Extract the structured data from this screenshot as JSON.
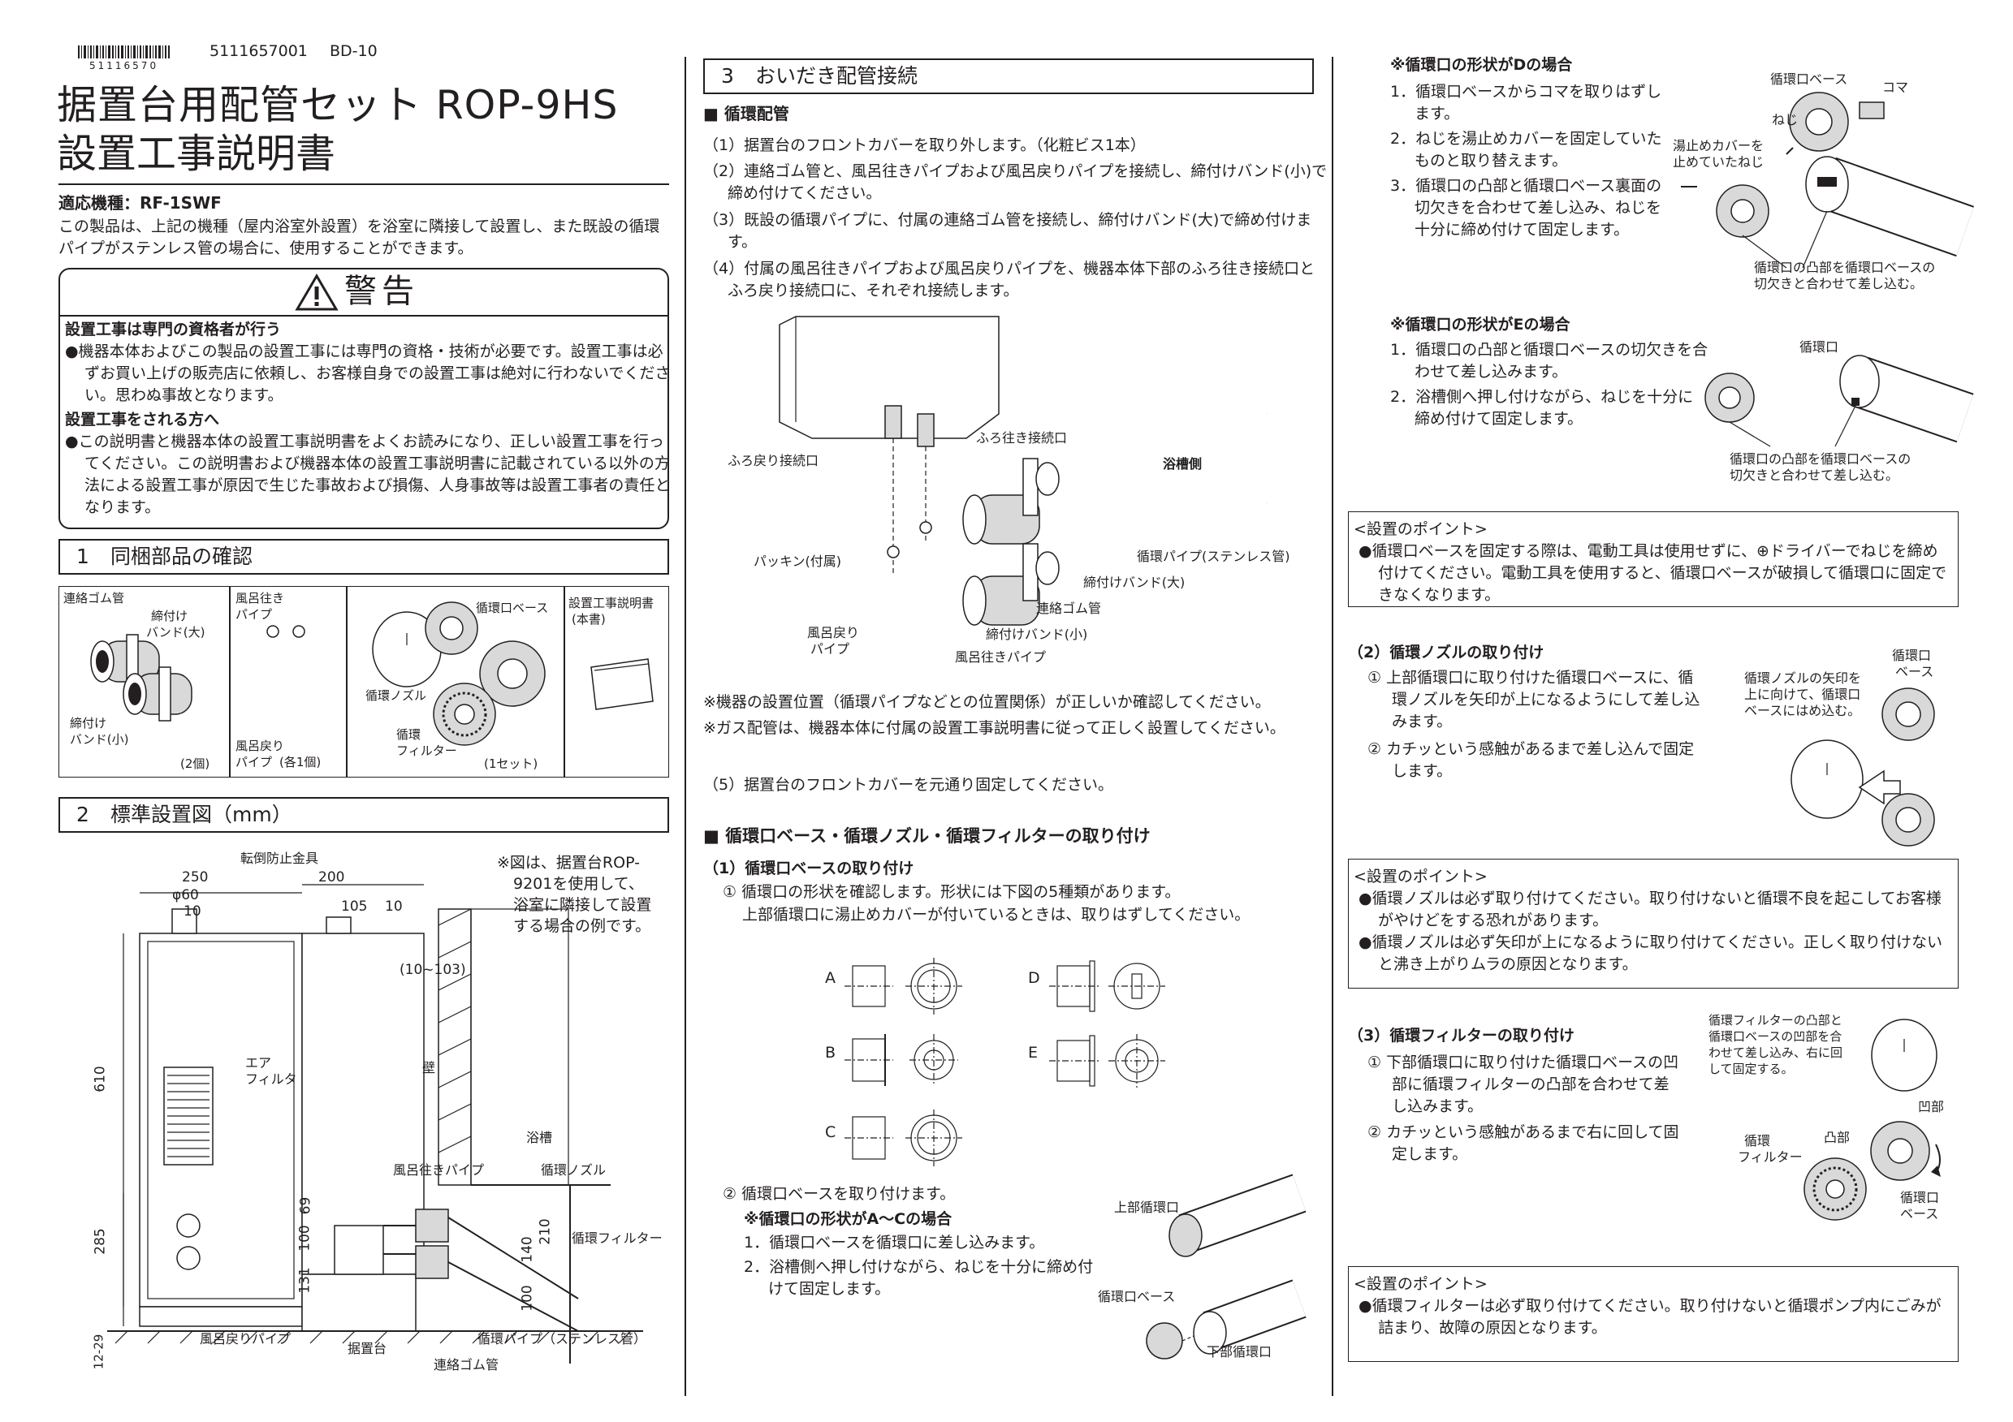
{
  "header": {
    "barcode_number": "51116570",
    "doc_code": "5111657001",
    "doc_version": "BD-10"
  },
  "title": {
    "line1": "据置台用配管セット ROP-9HS",
    "line2": "設置工事説明書"
  },
  "intro": {
    "model_label": "適応機種：RF-1SWF",
    "description": "この製品は、上記の機種（屋内浴室外設置）を浴室に隣接して設置し、また既設の循環パイプがステンレス管の場合に、使用することができます。"
  },
  "warning": {
    "title": "警告",
    "h1": "設置工事は専門の資格者が行う",
    "p1": "●機器本体およびこの製品の設置工事には専門の資格・技術が必要です。設置工事は必ずお買い上げの販売店に依頼し、お客様自身での設置工事は絶対に行わないでください。思わぬ事故となります。",
    "h2": "設置工事をされる方へ",
    "p2": "●この説明書と機器本体の設置工事説明書をよくお読みになり、正しい設置工事を行ってください。この説明書および機器本体の設置工事説明書に記載されている以外の方法による設置工事が原因で生じた事故および損傷、人身事故等は設置工事者の責任となります。"
  },
  "section1": {
    "number": "1",
    "title": "同梱部品の確認",
    "cells": [
      {
        "name": "連絡ゴム管",
        "labels": [
          "締付け",
          "バンド(大)",
          "締付け",
          "バンド(小)"
        ],
        "qty": "(2個)"
      },
      {
        "name": "風呂往き",
        "name2": "パイプ",
        "label": "風呂戻り",
        "label2": "パイプ",
        "qty": "(各1個)"
      },
      {
        "labels": [
          "循環口ベース",
          "循環ノズル",
          "循環",
          "フィルター"
        ],
        "qty": "(1セット)"
      },
      {
        "name": "設置工事説明書",
        "name2": "(本書)"
      }
    ]
  },
  "section2": {
    "number": "2",
    "title": "標準設置図（mm）",
    "note": [
      "※図は、据置台ROP-",
      "9201を使用して、",
      "浴室に隣接して設置",
      "する場合の例です。"
    ],
    "labels": {
      "tip_bracket": "転倒防止金具",
      "air_filter": "エア",
      "air_filter2": "フィルタ",
      "wall": "壁",
      "bathtub": "浴槽",
      "supply_pipe": "風呂往きパイプ",
      "nozzle": "循環ノズル",
      "filter": "循環フィルター",
      "return_pipe": "風呂戻りパイプ",
      "stand": "据置台",
      "rubber_pipe": "連絡ゴム管",
      "circ_pipe": "循環パイプ（ステンレス管）"
    },
    "dims": [
      "250",
      "φ60",
      "10",
      "200",
      "105",
      "10",
      "(10~103)",
      "610",
      "285",
      "12-29",
      "69",
      "100",
      "131",
      "140",
      "210",
      "100"
    ]
  },
  "section3": {
    "number": "3",
    "title": "おいだき配管接続",
    "sub_piping": "■ 循環配管",
    "steps": [
      "（1）据置台のフロントカバーを取り外します。（化粧ビス1本）",
      "（2）連絡ゴム管と、風呂往きパイプおよび風呂戻りパイプを接続し、締付けバンド(小)で締め付けてください。",
      "（3）既設の循環パイプに、付属の連絡ゴム管を接続し、締付けバンド(大)で締め付けます。",
      "（4）付属の風呂往きパイプおよび風呂戻りパイプを、機器本体下部のふろ往き接続口とふろ戻り接続口に、それぞれ接続します。"
    ],
    "fig_labels": {
      "return_port": "ふろ戻り接続口",
      "supply_port": "ふろ往き接続口",
      "bath_side": "浴槽側",
      "packing": "パッキン(付属)",
      "circ_pipe": "循環パイプ(ステンレス管)",
      "band_large": "締付けバンド(大)",
      "rubber": "連絡ゴム管",
      "band_small": "締付けバンド(小)",
      "return_pipe": "風呂戻り",
      "return_pipe2": "パイプ",
      "supply_pipe": "風呂往きパイプ"
    },
    "notes": [
      "※機器の設置位置（循環パイプなどとの位置関係）が正しいか確認してください。",
      "※ガス配管は、機器本体に付属の設置工事説明書に従って正しく設置してください。"
    ],
    "step5": "（5）据置台のフロントカバーを元通り固定してください。",
    "sub_mount": "■ 循環口ベース・循環ノズル・循環フィルターの取り付け",
    "m1_title": "（1）循環口ベースの取り付け",
    "m1_text1": "① 循環口の形状を確認します。形状には下図の5種類があります。",
    "m1_text2": "上部循環口に湯止めカバーが付いているときは、取りはずしてください。",
    "shapes": [
      "A",
      "B",
      "C",
      "D",
      "E"
    ],
    "m2_text": "② 循環口ベースを取り付けます。",
    "abc_title": "※循環口の形状がA～Cの場合",
    "abc_steps": [
      "1．循環口ベースを循環口に差し込みます。",
      "2．浴槽側へ押し付けながら、ねじを十分に締め付けて固定します。"
    ],
    "abc_labels": {
      "upper": "上部循環口",
      "base": "循環口ベース",
      "lower": "下部循環口"
    }
  },
  "col3": {
    "d_title": "※循環口の形状がDの場合",
    "d_steps": [
      "1．循環口ベースからコマを取りはずします。",
      "2．ねじを湯止めカバーを固定していたものと取り替えます。",
      "3．循環口の凸部と循環口ベース裏面の切欠きを合わせて差し込み、ねじを十分に締め付けて固定します。"
    ],
    "d_labels": {
      "base": "循環口ベース",
      "koma": "コマ",
      "screw": "ねじ",
      "cover_screw1": "湯止めカバーを",
      "cover_screw2": "止めていたねじ",
      "note1": "循環口の凸部を循環口ベースの",
      "note2": "切欠きと合わせて差し込む。"
    },
    "e_title": "※循環口の形状がEの場合",
    "e_steps": [
      "1．循環口の凸部と循環口ベースの切欠きを合わせて差し込みます。",
      "2．浴槽側へ押し付けながら、ねじを十分に締め付けて固定します。"
    ],
    "e_labels": {
      "port": "循環口",
      "note1": "循環口の凸部を循環口ベースの",
      "note2": "切欠きと合わせて差し込む。"
    },
    "point1_title": "<設置のポイント>",
    "point1_text": "●循環口ベースを固定する際は、電動工具は使用せずに、⊕ドライバーでねじを締め付けてください。電動工具を使用すると、循環口ベースが破損して循環口に固定できなくなります。",
    "n2_title": "（2）循環ノズルの取り付け",
    "n2_steps": [
      "① 上部循環口に取り付けた循環口ベースに、循環ノズルを矢印が上になるようにして差し込みます。",
      "② カチッという感触があるまで差し込んで固定します。"
    ],
    "n2_labels": {
      "note1": "循環ノズルの矢印を",
      "note2": "上に向けて、循環口",
      "note3": "ベースにはめ込む。",
      "base1": "循環口",
      "base2": "ベース"
    },
    "point2_title": "<設置のポイント>",
    "point2_items": [
      "●循環ノズルは必ず取り付けてください。取り付けないと循環不良を起こしてお客様がやけどをする恐れがあります。",
      "●循環ノズルは必ず矢印が上になるように取り付けてください。正しく取り付けないと沸き上がりムラの原因となります。"
    ],
    "n3_title": "（3）循環フィルターの取り付け",
    "n3_steps": [
      "① 下部循環口に取り付けた循環口ベースの凹部に循環フィルターの凸部を合わせて差し込みます。",
      "② カチッという感触があるまで右に回して固定します。"
    ],
    "n3_labels": {
      "note1": "循環フィルターの凸部と",
      "note2": "循環口ベースの凹部を合",
      "note3": "わせて差し込み、右に回",
      "note4": "して固定する。",
      "concave": "凹部",
      "convex": "凸部",
      "filter1": "循環",
      "filter2": "フィルター",
      "base1": "循環口",
      "base2": "ベース"
    },
    "point3_title": "<設置のポイント>",
    "point3_text": "●循環フィルターは必ず取り付けてください。取り付けないと循環ポンプ内にごみが詰まり、故障の原因となります。"
  }
}
